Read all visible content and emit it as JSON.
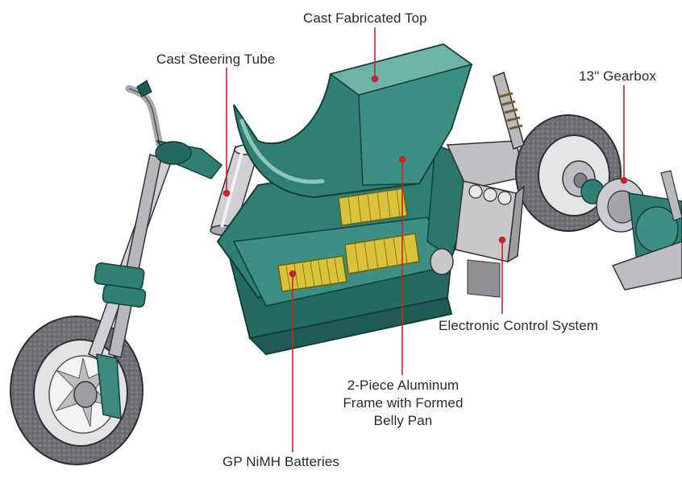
{
  "labels": {
    "cast_top": "Cast Fabricated Top",
    "steering_tube": "Cast Steering Tube",
    "gearbox": "13\" Gearbox",
    "frame_line1": "2-Piece Aluminum",
    "frame_line2": "Frame with Formed",
    "frame_line3": "Belly Pan",
    "control": "Electronic Control System",
    "batteries": "GP NiMH Batteries"
  },
  "colors": {
    "body_green": "#2f7f73",
    "body_dark": "#1f5b52",
    "body_light": "#6fb3a6",
    "battery": "#d8c23a",
    "leader": "#c4242b",
    "metal": "#c9c9cc",
    "tire": "#6b6b6e"
  }
}
